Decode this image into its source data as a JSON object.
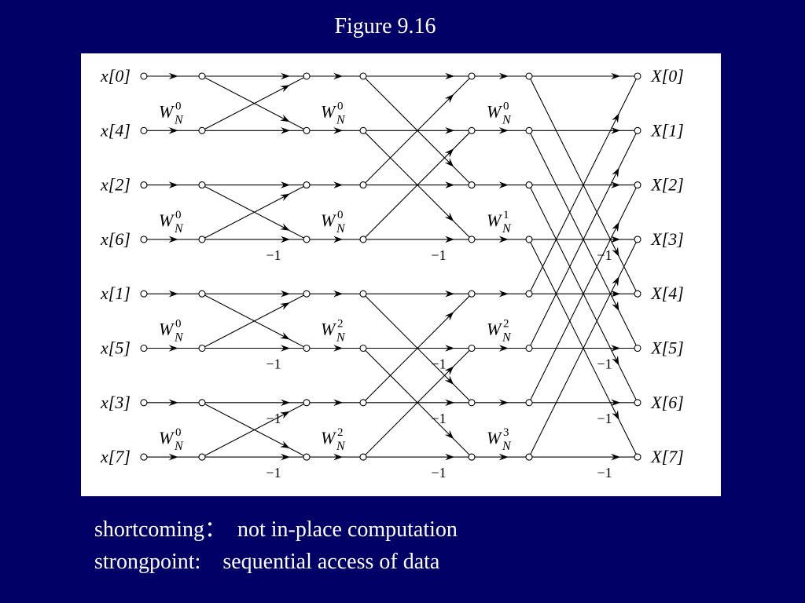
{
  "title": "Figure 9.16",
  "diagram": {
    "inputs": [
      "x[0]",
      "x[4]",
      "x[2]",
      "x[6]",
      "x[1]",
      "x[5]",
      "x[3]",
      "x[7]"
    ],
    "outputs": [
      "X[0]",
      "X[1]",
      "X[2]",
      "X[3]",
      "X[4]",
      "X[5]",
      "X[6]",
      "X[7]"
    ],
    "stage1_twiddle_exponents": [
      "0",
      "0",
      "0",
      "0"
    ],
    "stage2_twiddle_exponents": [
      "0",
      "0",
      "2",
      "2"
    ],
    "stage3_twiddle_exponents": [
      "0",
      "1",
      "2",
      "3"
    ],
    "twiddle_base": "W",
    "twiddle_subscript": "N",
    "negation_label": "−1"
  },
  "notes": {
    "shortcoming_label": "shortcoming：",
    "shortcoming_text": "not in-place computation",
    "strongpoint_label": "strongpoint:",
    "strongpoint_text": "sequential access of data"
  }
}
